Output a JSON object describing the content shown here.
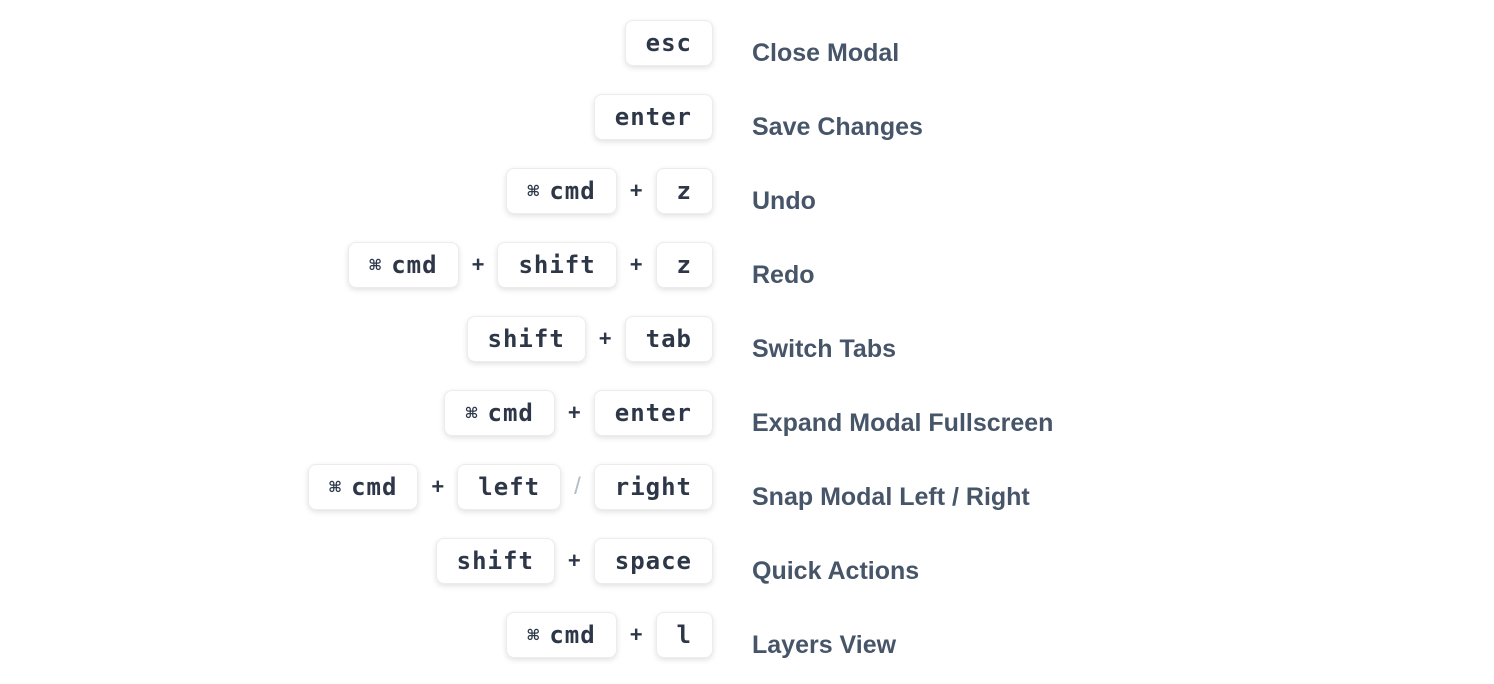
{
  "theme": {
    "page_bg": "#ffffff",
    "key_bg": "#ffffff",
    "key_border": "#ececec",
    "key_text": "#2d3748",
    "label_text": "#475569",
    "sep_plus": "#2d3748",
    "sep_slash": "#b4bcc6"
  },
  "icons": {
    "command": "⌘"
  },
  "shortcuts": [
    {
      "label": "Close Modal",
      "combo": [
        {
          "t": "key",
          "v": "esc"
        }
      ]
    },
    {
      "label": "Save Changes",
      "combo": [
        {
          "t": "key",
          "v": "enter"
        }
      ]
    },
    {
      "label": "Undo",
      "combo": [
        {
          "t": "key",
          "v": "cmd",
          "glyph": "⌘"
        },
        {
          "t": "sep",
          "v": "+"
        },
        {
          "t": "key",
          "v": "z"
        }
      ]
    },
    {
      "label": "Redo",
      "combo": [
        {
          "t": "key",
          "v": "cmd",
          "glyph": "⌘"
        },
        {
          "t": "sep",
          "v": "+"
        },
        {
          "t": "key",
          "v": "shift"
        },
        {
          "t": "sep",
          "v": "+"
        },
        {
          "t": "key",
          "v": "z"
        }
      ]
    },
    {
      "label": "Switch Tabs",
      "combo": [
        {
          "t": "key",
          "v": "shift"
        },
        {
          "t": "sep",
          "v": "+"
        },
        {
          "t": "key",
          "v": "tab"
        }
      ]
    },
    {
      "label": "Expand Modal Fullscreen",
      "combo": [
        {
          "t": "key",
          "v": "cmd",
          "glyph": "⌘"
        },
        {
          "t": "sep",
          "v": "+"
        },
        {
          "t": "key",
          "v": "enter"
        }
      ]
    },
    {
      "label": "Snap Modal Left / Right",
      "combo": [
        {
          "t": "key",
          "v": "cmd",
          "glyph": "⌘"
        },
        {
          "t": "sep",
          "v": "+"
        },
        {
          "t": "key",
          "v": "left"
        },
        {
          "t": "sep",
          "v": "/"
        },
        {
          "t": "key",
          "v": "right"
        }
      ]
    },
    {
      "label": "Quick Actions",
      "combo": [
        {
          "t": "key",
          "v": "shift"
        },
        {
          "t": "sep",
          "v": "+"
        },
        {
          "t": "key",
          "v": "space"
        }
      ]
    },
    {
      "label": "Layers View",
      "combo": [
        {
          "t": "key",
          "v": "cmd",
          "glyph": "⌘"
        },
        {
          "t": "sep",
          "v": "+"
        },
        {
          "t": "key",
          "v": "l"
        }
      ]
    }
  ]
}
